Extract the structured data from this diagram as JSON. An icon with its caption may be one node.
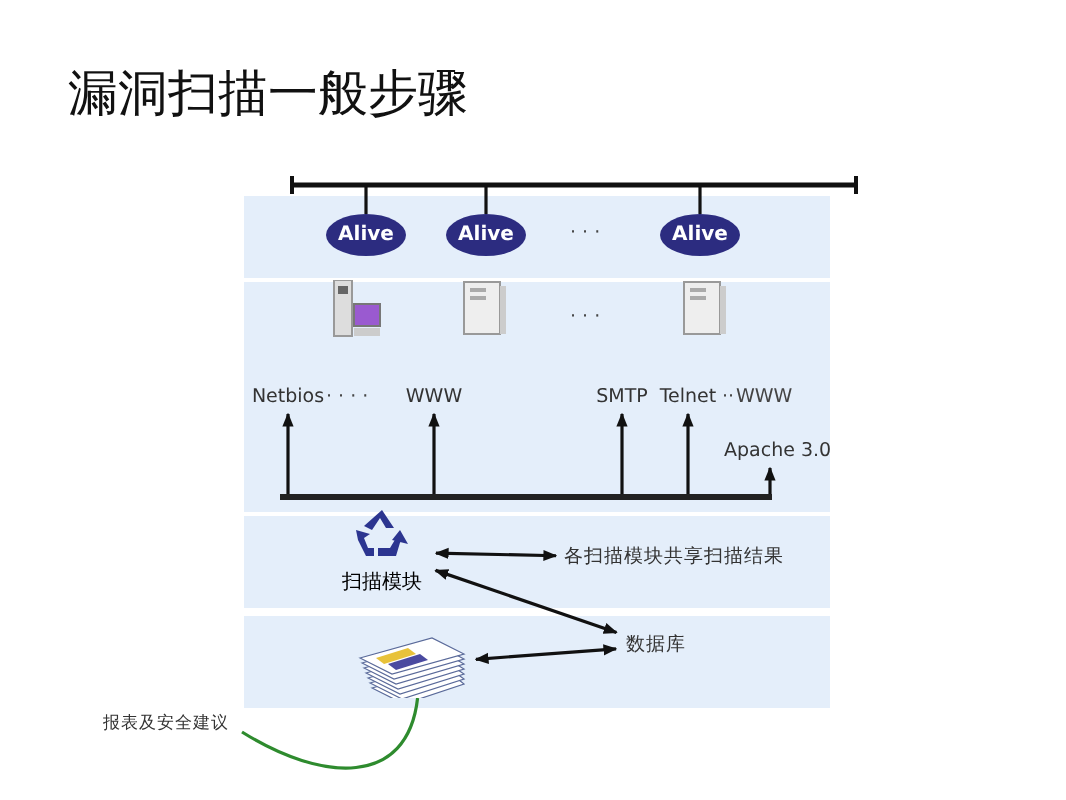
{
  "diagram": {
    "title": "漏洞扫描一般步骤",
    "nodes": [
      {
        "text": [],
        "shape": "band"
      },
      {
        "text": [],
        "shape": "bar"
      },
      {
        "text": [
          "Alive"
        ],
        "in": 0
      },
      {
        "text": [
          "Alive"
        ],
        "in": 0
      },
      {
        "text": [
          "Alive"
        ],
        "in": 0
      },
      {
        "text": [],
        "shape": "band"
      },
      {
        "text": [],
        "shape": "picture",
        "in": 5
      },
      {
        "text": [],
        "shape": "picture",
        "in": 5
      },
      {
        "text": [],
        "shape": "picture",
        "in": 5
      },
      {
        "text": [
          "Netbios"
        ],
        "in": 5
      },
      {
        "text": [
          "WWW"
        ],
        "in": 5
      },
      {
        "text": [
          "SMTP"
        ],
        "in": 5
      },
      {
        "text": [
          "Telnet"
        ],
        "in": 5
      },
      {
        "text": [
          "Apache 3.0"
        ],
        "in": 5
      },
      {
        "text": [],
        "shape": "bar",
        "in": 5
      },
      {
        "text": [],
        "shape": "band"
      },
      {
        "text": [
          "扫描模块"
        ],
        "in": 15
      },
      {
        "text": [
          "各扫描模块共享扫描结果"
        ],
        "in": 15
      },
      {
        "text": [],
        "shape": "band"
      },
      {
        "text": [],
        "shape": "picture",
        "in": 18
      },
      {
        "text": [
          "数据库"
        ],
        "in": 18
      },
      {
        "text": [
          "报表及安全建议"
        ]
      }
    ],
    "edges": [
      {
        "from": 1,
        "to": 2,
        "arrow": "none"
      },
      {
        "from": 1,
        "to": 3,
        "arrow": "none"
      },
      {
        "from": 1,
        "to": 4,
        "arrow": "none"
      },
      {
        "from": 14,
        "to": 9,
        "arrow": "to"
      },
      {
        "from": 14,
        "to": 10,
        "arrow": "to"
      },
      {
        "from": 14,
        "to": 11,
        "arrow": "to"
      },
      {
        "from": 14,
        "to": 12,
        "arrow": "to"
      },
      {
        "from": 14,
        "to": 13,
        "arrow": "to"
      },
      {
        "from": 16,
        "to": 17,
        "arrow": "both"
      },
      {
        "from": 16,
        "to": 20,
        "arrow": "both"
      },
      {
        "from": 19,
        "to": 20,
        "arrow": "both"
      },
      {
        "from": 19,
        "to": 21,
        "arrow": "none",
        "color": "#2e8b2e"
      }
    ],
    "labels": [
      "· · ·",
      "· · ·",
      "· · · ·",
      "··",
      "WWW"
    ]
  }
}
